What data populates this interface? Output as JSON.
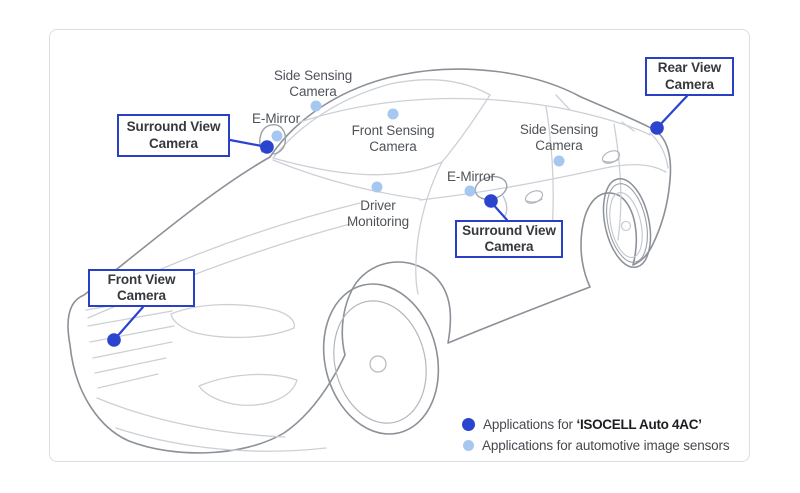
{
  "diagram": {
    "boxed_labels": [
      {
        "id": "surround-view-camera-left",
        "line1": "Surround View",
        "line2": "Camera"
      },
      {
        "id": "front-view-camera",
        "line1": "Front View",
        "line2": "Camera"
      },
      {
        "id": "surround-view-camera-right",
        "line1": "Surround View",
        "line2": "Camera"
      },
      {
        "id": "rear-view-camera",
        "line1": "Rear View",
        "line2": "Camera"
      }
    ],
    "plain_labels": [
      {
        "id": "side-sensing-camera-left",
        "line1": "Side Sensing",
        "line2": "Camera"
      },
      {
        "id": "e-mirror-left",
        "line1": "E-Mirror"
      },
      {
        "id": "front-sensing-camera",
        "line1": "Front Sensing",
        "line2": "Camera"
      },
      {
        "id": "driver-monitoring",
        "line1": "Driver",
        "line2": "Monitoring"
      },
      {
        "id": "side-sensing-camera-right",
        "line1": "Side Sensing",
        "line2": "Camera"
      },
      {
        "id": "e-mirror-right",
        "line1": "E-Mirror"
      }
    ]
  },
  "legend": {
    "items": [
      {
        "marker": "dark-blue-dot",
        "prefix": "Applications for ",
        "emphasis": "‘ISOCELL Auto 4AC’"
      },
      {
        "marker": "light-blue-dot",
        "text": "Applications for automotive image sensors"
      }
    ]
  },
  "colors": {
    "accent_dark_blue": "#2a44ce",
    "accent_light_blue": "#a6c8f0",
    "box_border_blue": "#2a40c4",
    "car_outline_gray": "#8c9097"
  }
}
